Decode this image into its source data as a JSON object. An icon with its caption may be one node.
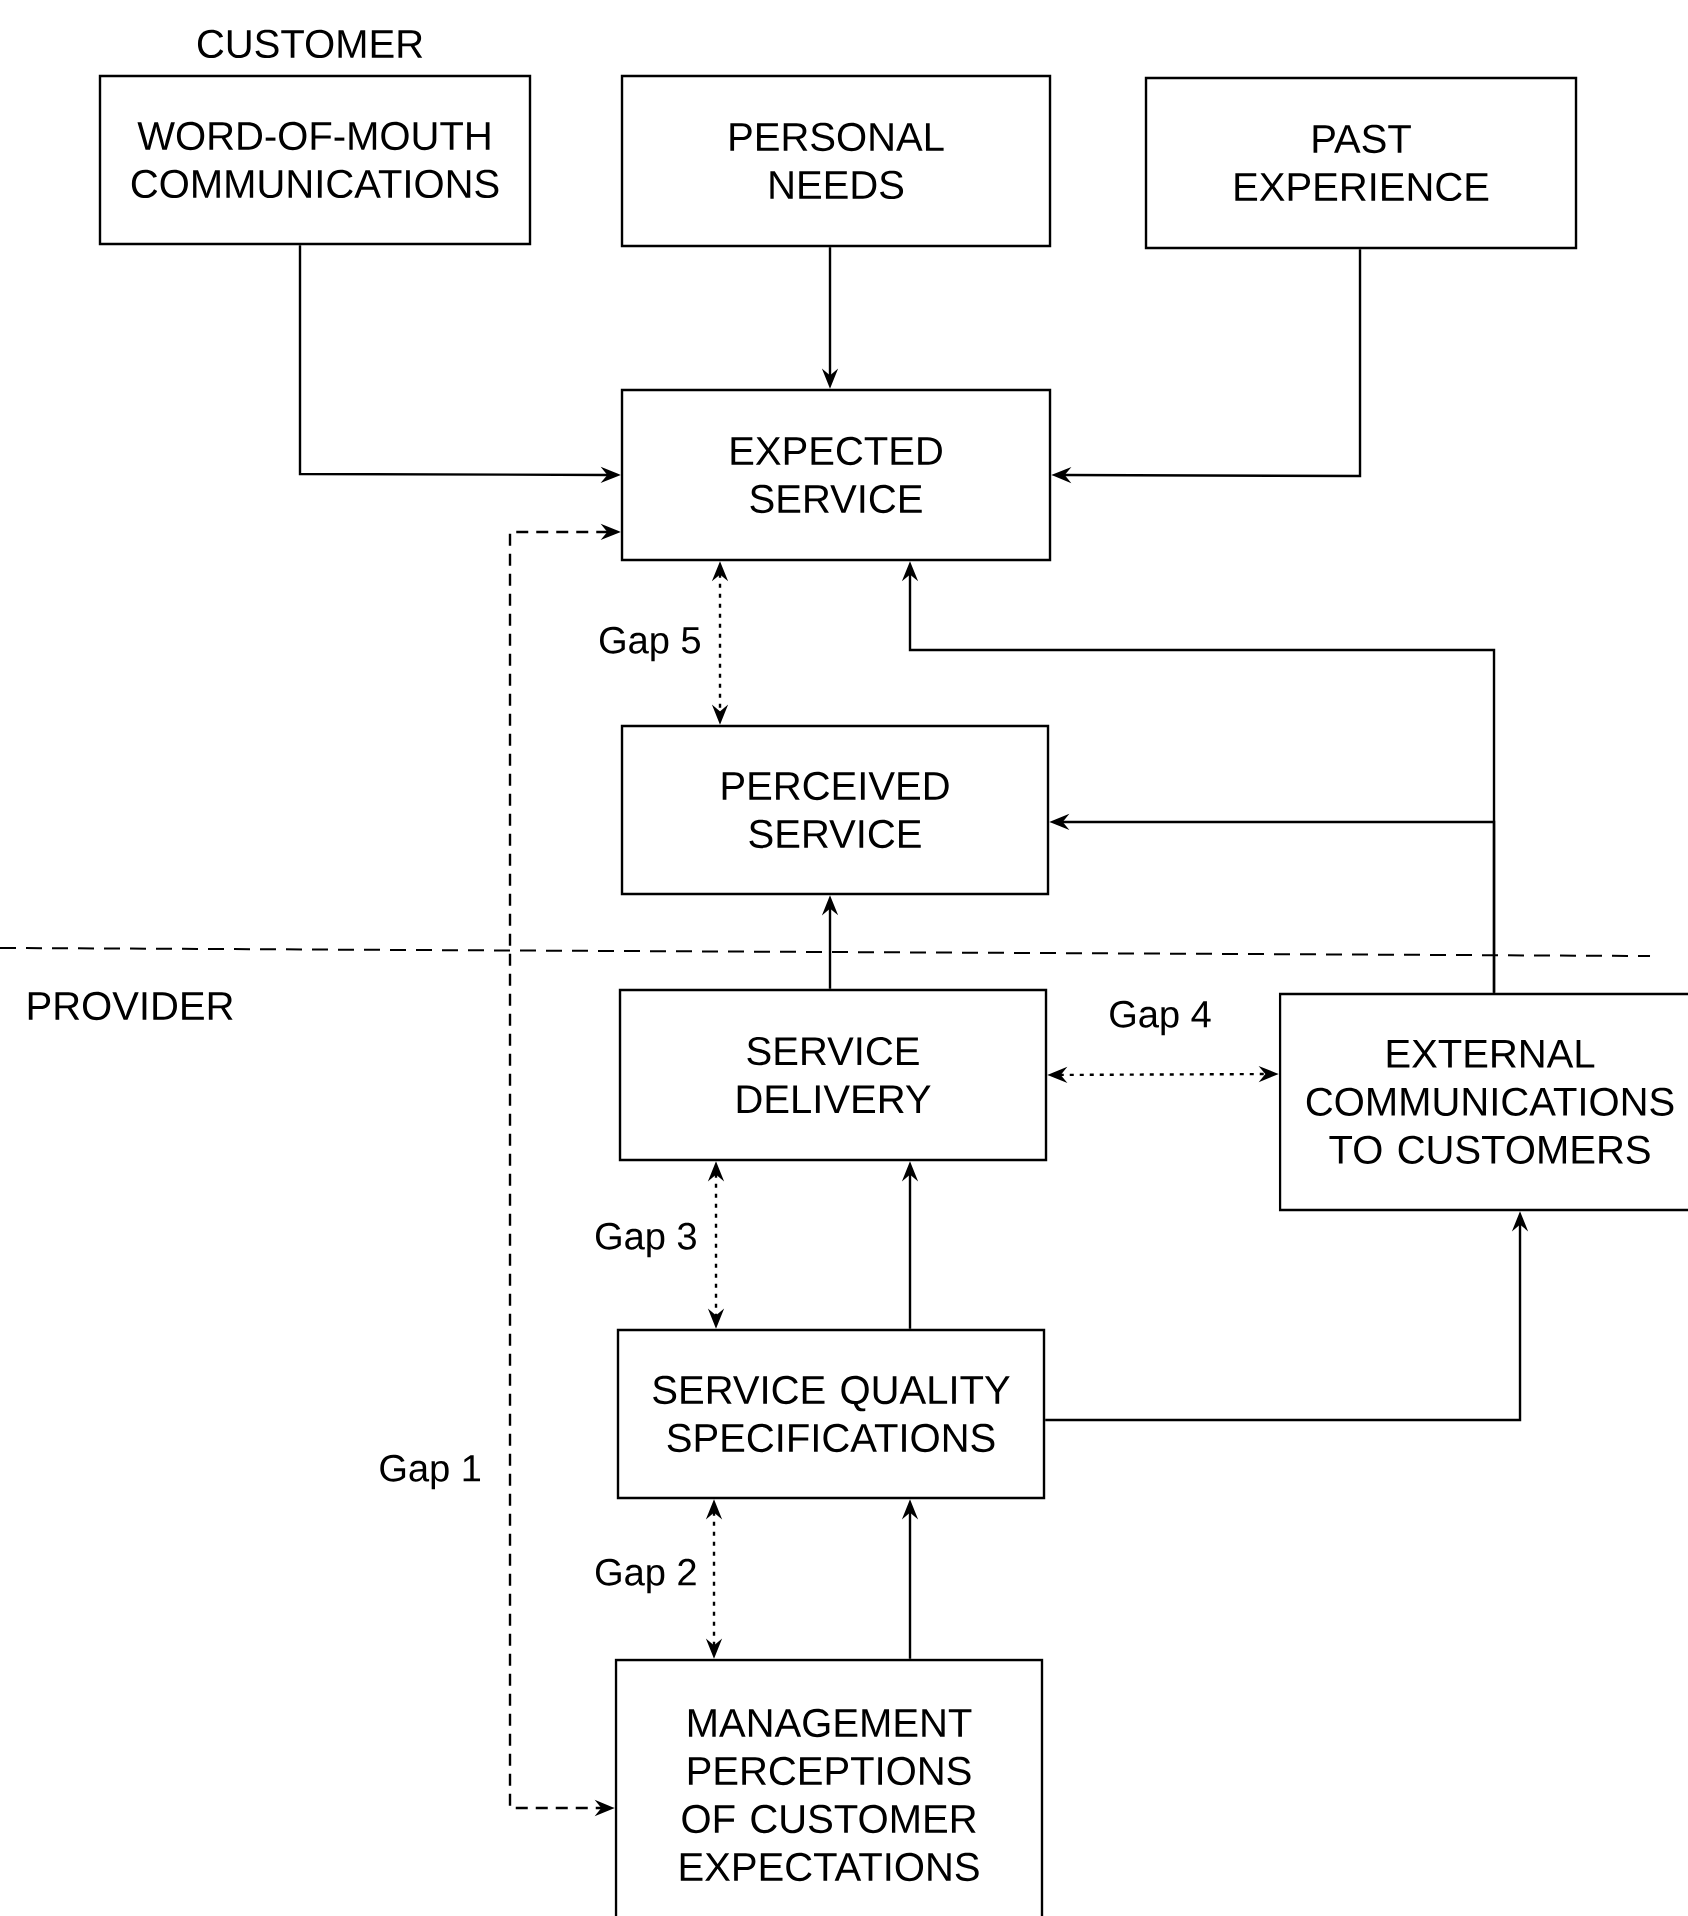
{
  "diagram": {
    "nodes": [
      {
        "text": [
          "WORD-OF-MOUTH COMMUNICATIONS"
        ]
      },
      {
        "text": [
          "PERSONAL NEEDS"
        ]
      },
      {
        "text": [
          "PAST EXPERIENCE"
        ]
      },
      {
        "text": [
          "EXPECTED SERVICE"
        ]
      },
      {
        "text": [
          "PERCEIVED SERVICE"
        ]
      },
      {
        "text": [
          "SERVICE DELIVERY"
        ]
      },
      {
        "text": [
          "EXTERNAL COMMUNICATIONS TO CUSTOMERS"
        ]
      },
      {
        "text": [
          "SERVICE QUALITY SPECIFICATIONS"
        ]
      },
      {
        "text": [
          "MANAGEMENT PERCEPTIONS OF CUSTOMER EXPECTATIONS"
        ]
      }
    ],
    "edges": [
      {
        "from": 0,
        "to": 3,
        "arrow": "to"
      },
      {
        "from": 1,
        "to": 3,
        "arrow": "to"
      },
      {
        "from": 2,
        "to": 3,
        "arrow": "to"
      },
      {
        "from": 3,
        "to": 4,
        "arrow": "both",
        "label": "Gap 5",
        "style": "dashed"
      },
      {
        "from": 5,
        "to": 4,
        "arrow": "to"
      },
      {
        "from": 6,
        "to": 3,
        "arrow": "to"
      },
      {
        "from": 6,
        "to": 4,
        "arrow": "to"
      },
      {
        "from": 5,
        "to": 6,
        "arrow": "both",
        "label": "Gap 4",
        "style": "dashed"
      },
      {
        "from": 5,
        "to": 7,
        "arrow": "both",
        "label": "Gap 3",
        "style": "dashed"
      },
      {
        "from": 7,
        "to": 5,
        "arrow": "to"
      },
      {
        "from": 7,
        "to": 6,
        "arrow": "to"
      },
      {
        "from": 7,
        "to": 8,
        "arrow": "both",
        "label": "Gap 2",
        "style": "dashed"
      },
      {
        "from": 8,
        "to": 7,
        "arrow": "to"
      },
      {
        "from": 3,
        "to": 8,
        "arrow": "both",
        "label": "Gap 1",
        "style": "dashed"
      }
    ],
    "labels": [
      "CUSTOMER",
      "PROVIDER"
    ]
  }
}
